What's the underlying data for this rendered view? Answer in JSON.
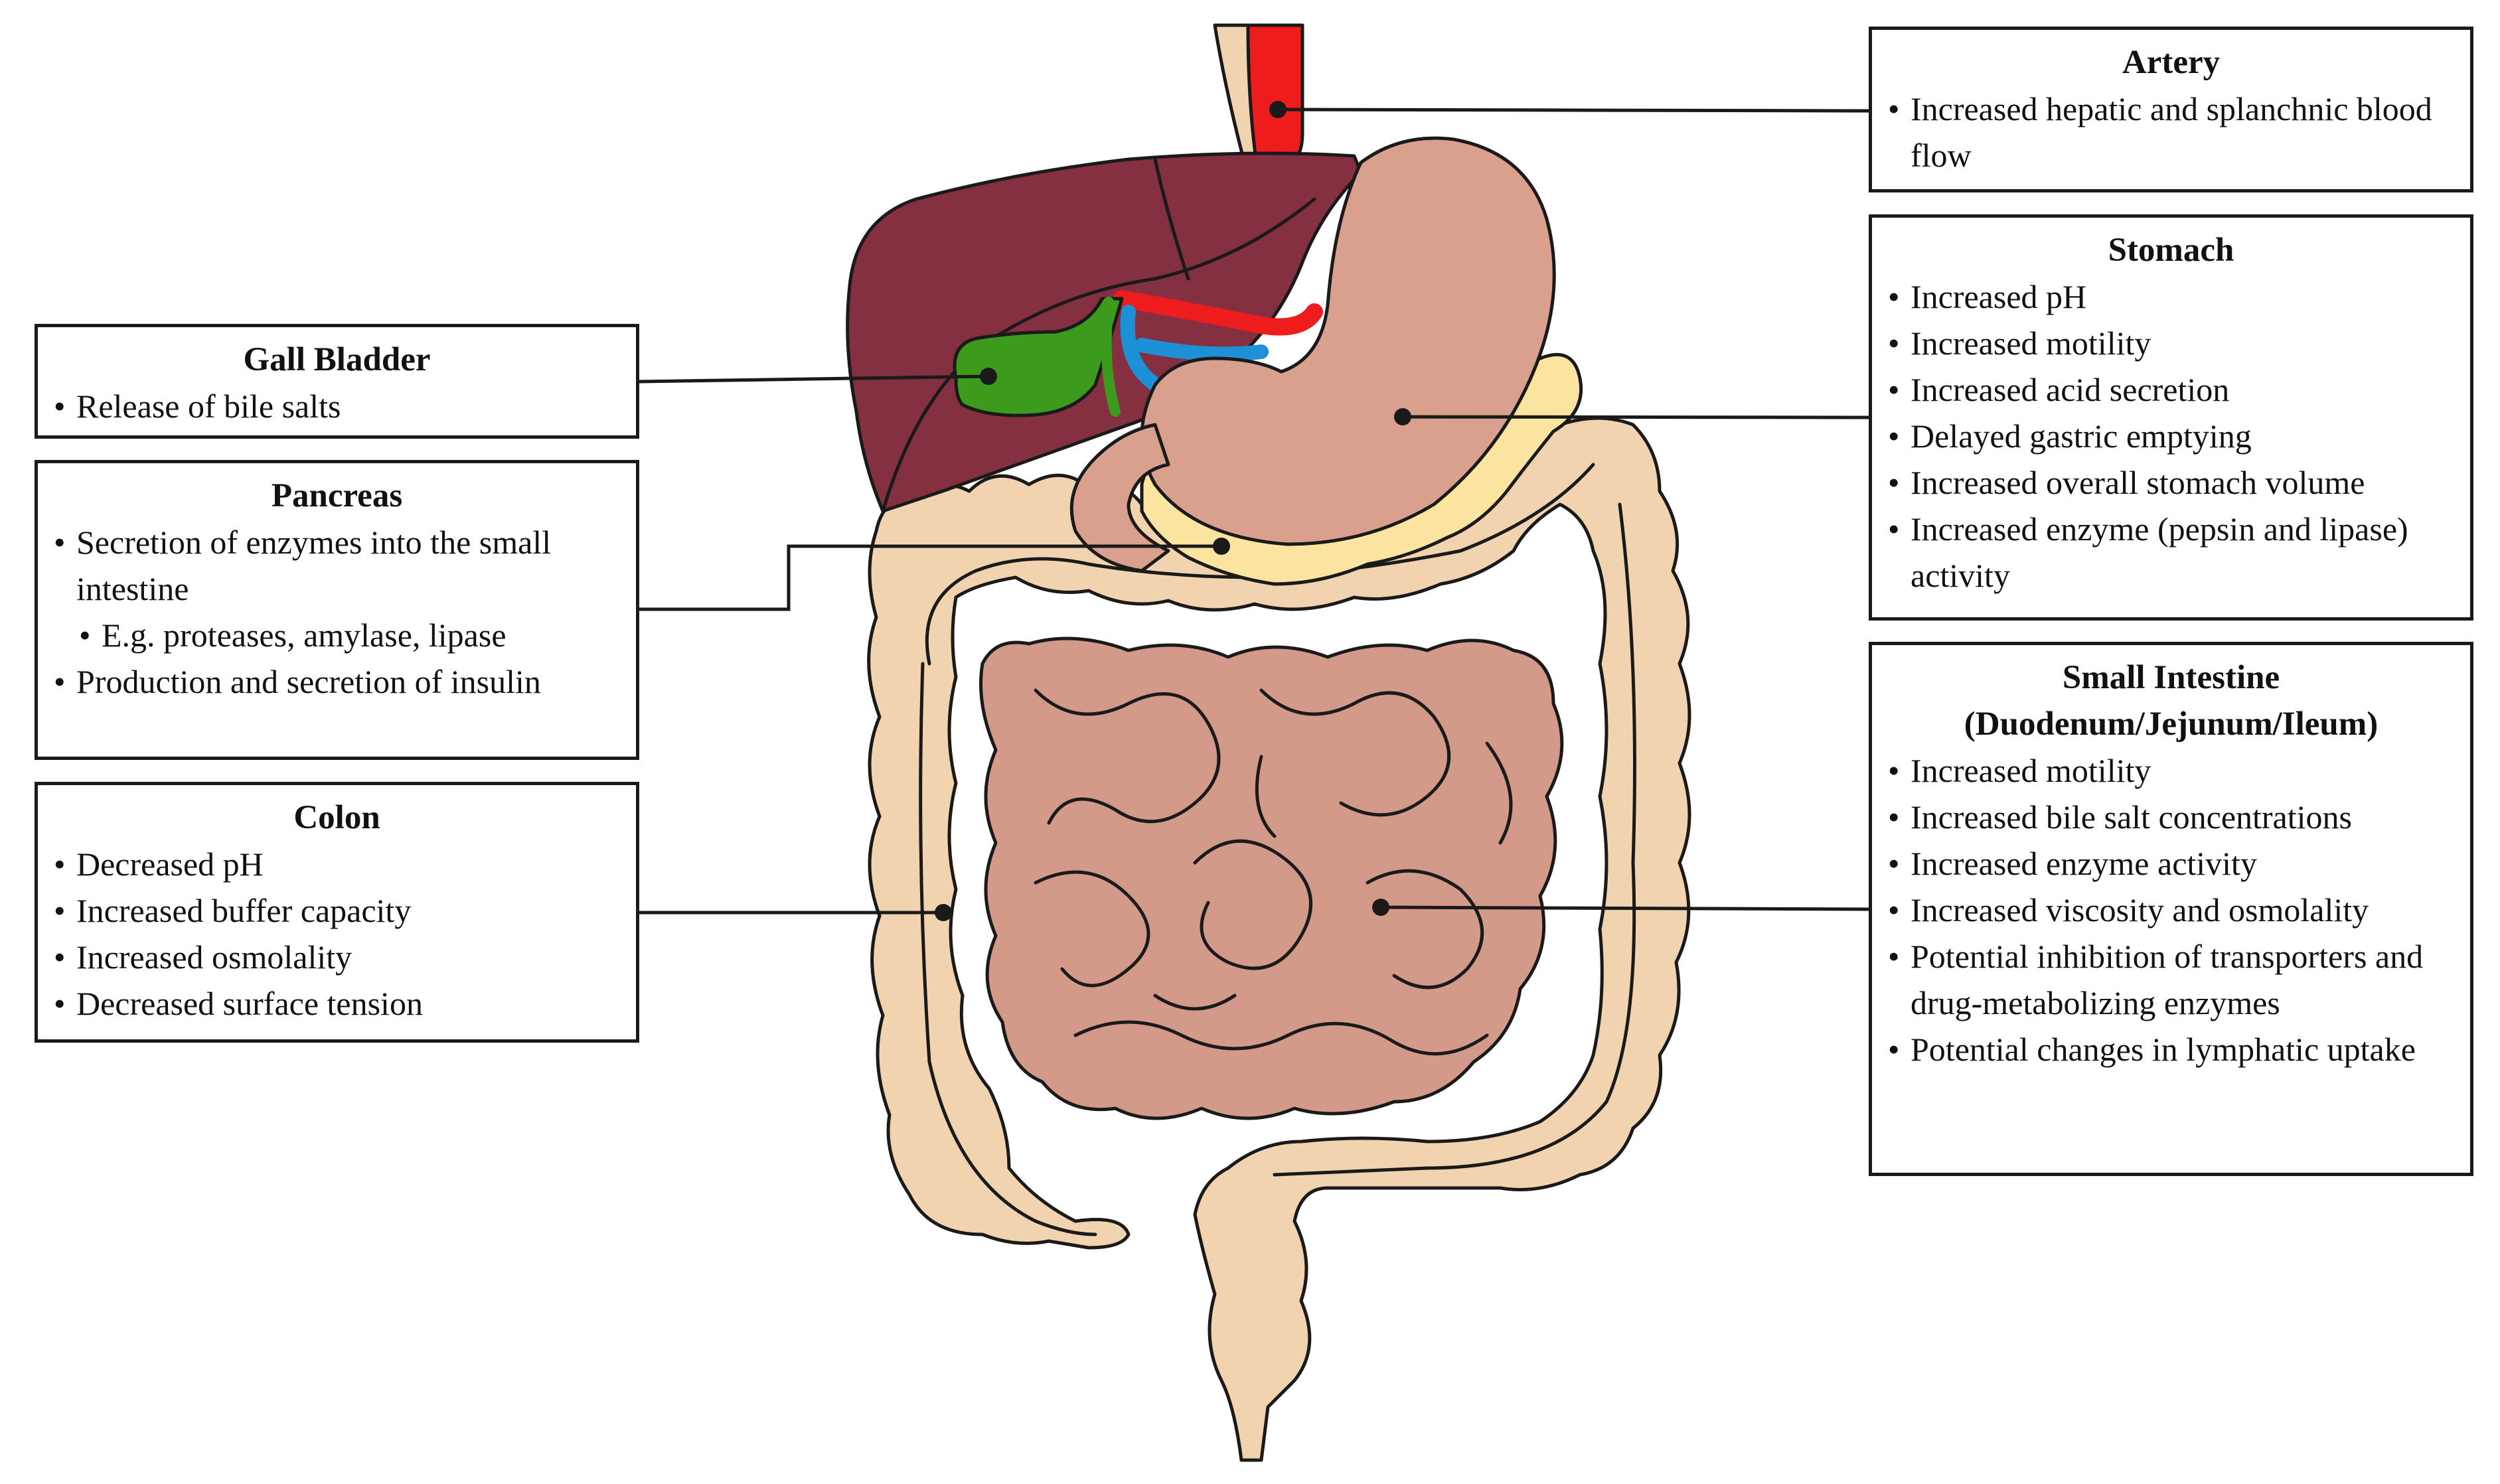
{
  "boxes": {
    "artery": {
      "title": "Artery",
      "items": [
        "Increased hepatic and splanchnic blood flow"
      ]
    },
    "stomach": {
      "title": "Stomach",
      "items": [
        "Increased pH",
        "Increased motility",
        "Increased acid secretion",
        "Delayed gastric emptying",
        "Increased overall stomach volume",
        "Increased enzyme (pepsin and lipase) activity"
      ]
    },
    "small_intestine": {
      "title_line1": "Small Intestine",
      "title_line2": "(Duodenum/Jejunum/Ileum)",
      "items": [
        "Increased motility",
        "Increased bile salt concentrations",
        "Increased enzyme activity",
        "Increased viscosity and osmolality",
        "Potential inhibition of transporters and drug-metabolizing enzymes",
        "Potential changes in lymphatic uptake"
      ]
    },
    "gall_bladder": {
      "title": "Gall Bladder",
      "items": [
        "Release of bile salts"
      ]
    },
    "pancreas": {
      "title": "Pancreas",
      "items": [
        "Secretion of enzymes into the small intestine",
        "E.g. proteases, amylase, lipase",
        "Production and secretion of insulin"
      ]
    },
    "colon": {
      "title": "Colon",
      "items": [
        "Decreased pH",
        "Increased buffer capacity",
        "Increased osmolality",
        "Decreased surface tension"
      ]
    }
  },
  "colors": {
    "artery": "#ee1c1c",
    "vein": "#1e90d8",
    "liver": "#843040",
    "gall_bladder": "#3c9a1c",
    "stomach": "#d9a08e",
    "pancreas": "#fbe3a0",
    "colon": "#f2d3b0",
    "small_intestine": "#d39a8a",
    "outline": "#1a1a1a"
  }
}
